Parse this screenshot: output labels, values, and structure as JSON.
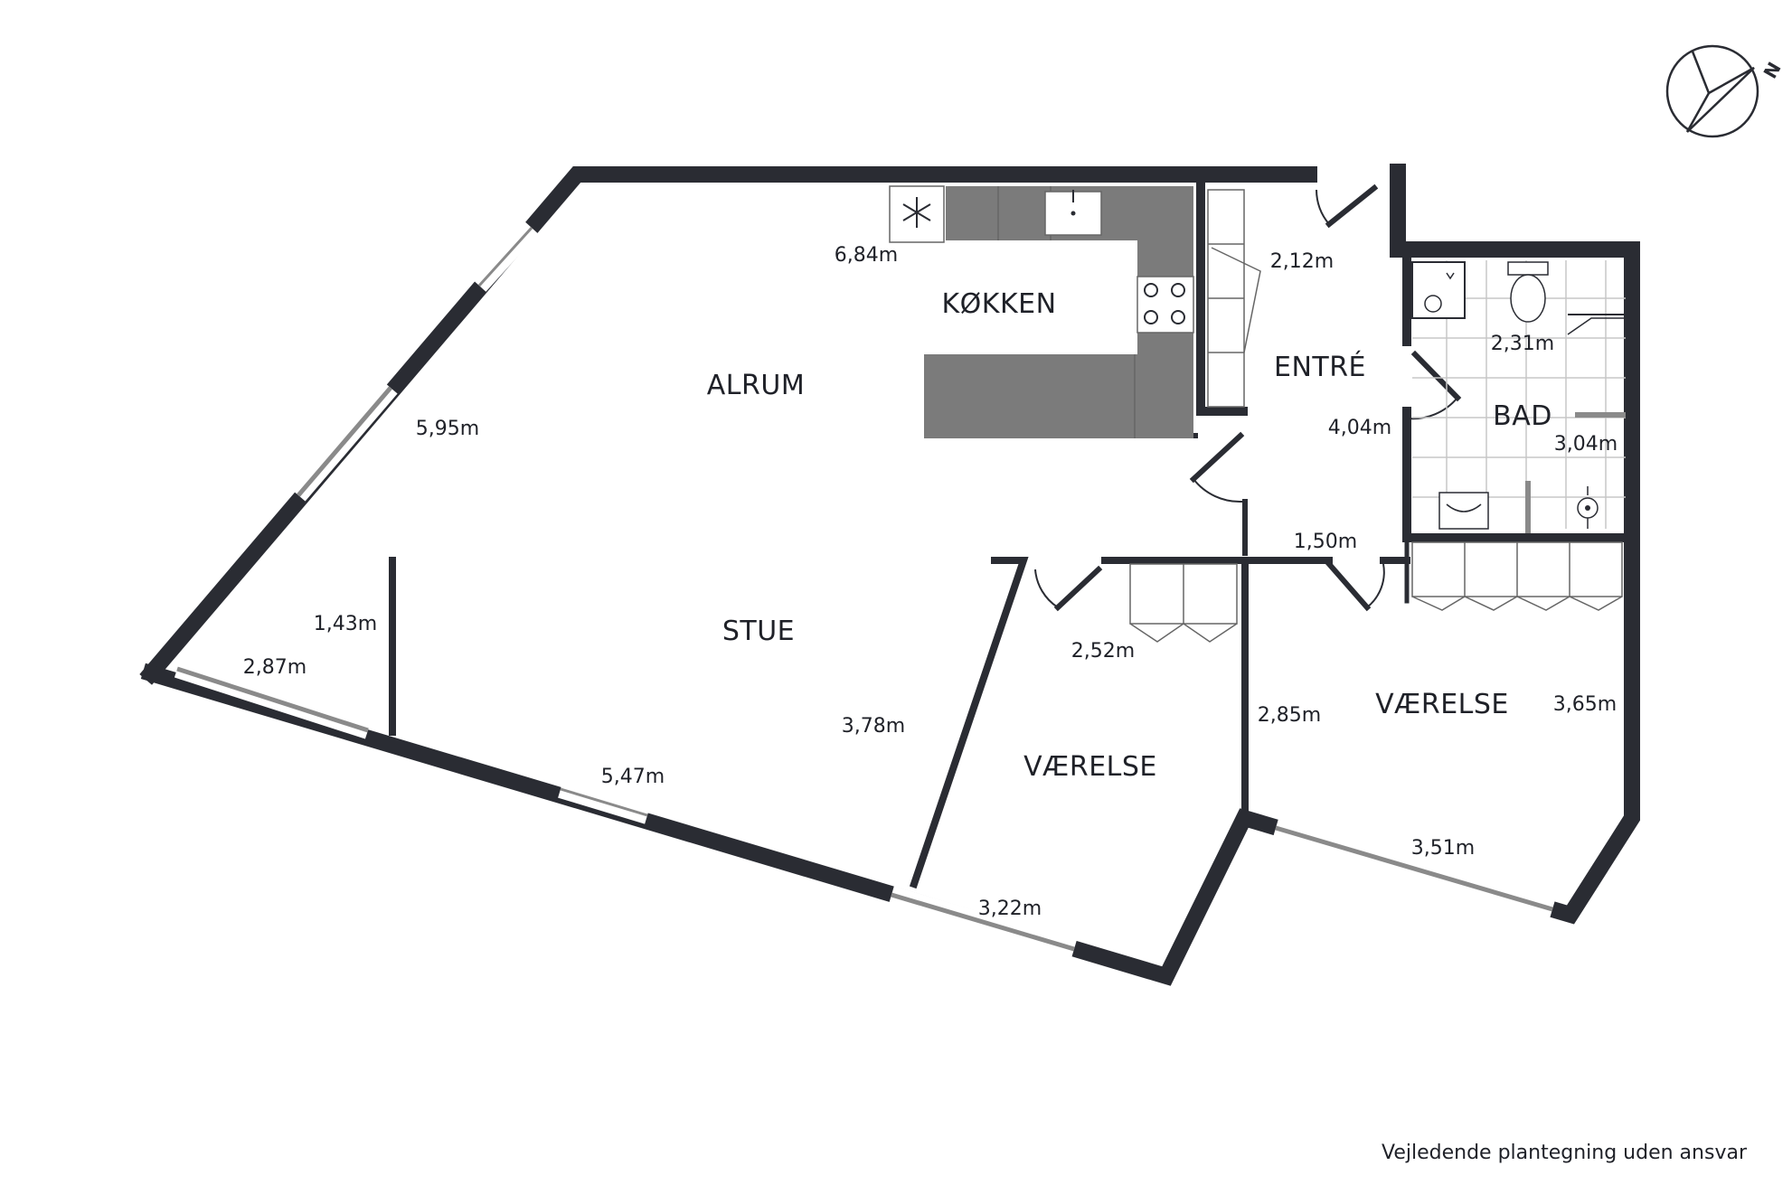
{
  "rooms": {
    "alrum": "ALRUM",
    "koekken": "KØKKEN",
    "stue": "STUE",
    "entre": "ENTRÉ",
    "bad": "BAD",
    "vaerelse_left": "VÆRELSE",
    "vaerelse_right": "VÆRELSE"
  },
  "dimensions": {
    "alrum_window_wall": "5,95m",
    "kitchen_length": "6,84m",
    "entre_top": "2,12m",
    "bad_top": "2,31m",
    "entre_side": "4,04m",
    "bad_side": "3,04m",
    "entre_bottom": "1,50m",
    "stue_nook_depth": "1,43m",
    "stue_nook_width": "2,87m",
    "closet_width": "2,52m",
    "stue_depth": "3,78m",
    "stue_bottom": "5,47m",
    "vaerelse_left_bottom": "3,22m",
    "vaerelse_right_side_left": "2,85m",
    "vaerelse_right_side_right": "3,65m",
    "vaerelse_right_bottom": "3,51m"
  },
  "compass": {
    "label": "N"
  },
  "disclaimer": "Vejledende plantegning uden ansvar",
  "icons": [
    "compass-icon",
    "fridge-icon",
    "sink-icon",
    "stove-icon",
    "toilet-icon",
    "shower-icon",
    "washbasin-icon"
  ],
  "colors": {
    "wall": "#2a2c33",
    "counter": "#7b7b7b",
    "window": "#8a8a8a",
    "tile_grid": "#c7c7c7"
  }
}
